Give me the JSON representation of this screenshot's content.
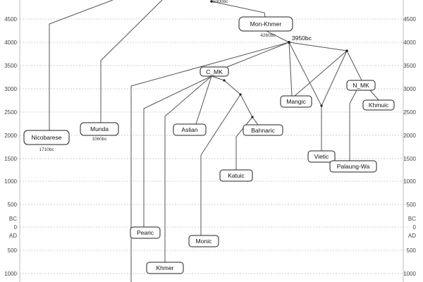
{
  "axis": {
    "left_ticks": [
      "4500",
      "4000",
      "3500",
      "3000",
      "2500",
      "2000",
      "1500",
      "1000",
      "500",
      "BC",
      "0",
      "AD",
      "500",
      "1000"
    ],
    "right_ticks": [
      "4500",
      "4000",
      "3500",
      "3000",
      "2500",
      "2000",
      "1500",
      "1000",
      "500",
      "BC",
      "0",
      "AD",
      "500",
      "1000"
    ]
  },
  "top_label": "5000bc",
  "nodes": {
    "nicobarese": {
      "label": "Nicobarese",
      "date": "1710bc"
    },
    "munda": {
      "label": "Munda",
      "date": "1060bc"
    },
    "mon_khmer": {
      "label": "Mon-Khmer",
      "date": "4260bc"
    },
    "c_mk": {
      "label": "C_MK"
    },
    "n_mk": {
      "label": "N_MK"
    },
    "mangic": {
      "label": "Mangic"
    },
    "khmuic": {
      "label": "Khmuic"
    },
    "aslian": {
      "label": "Aslian"
    },
    "bahnaric": {
      "label": "Bahnaric"
    },
    "katuic": {
      "label": "Katuic"
    },
    "vietic": {
      "label": "Vietic"
    },
    "palaung_wa": {
      "label": "Palaung-Wa"
    },
    "pearic": {
      "label": "Pearic"
    },
    "monic": {
      "label": "Monic"
    },
    "khmer": {
      "label": "Khmer"
    }
  },
  "split_label": "3950bc"
}
